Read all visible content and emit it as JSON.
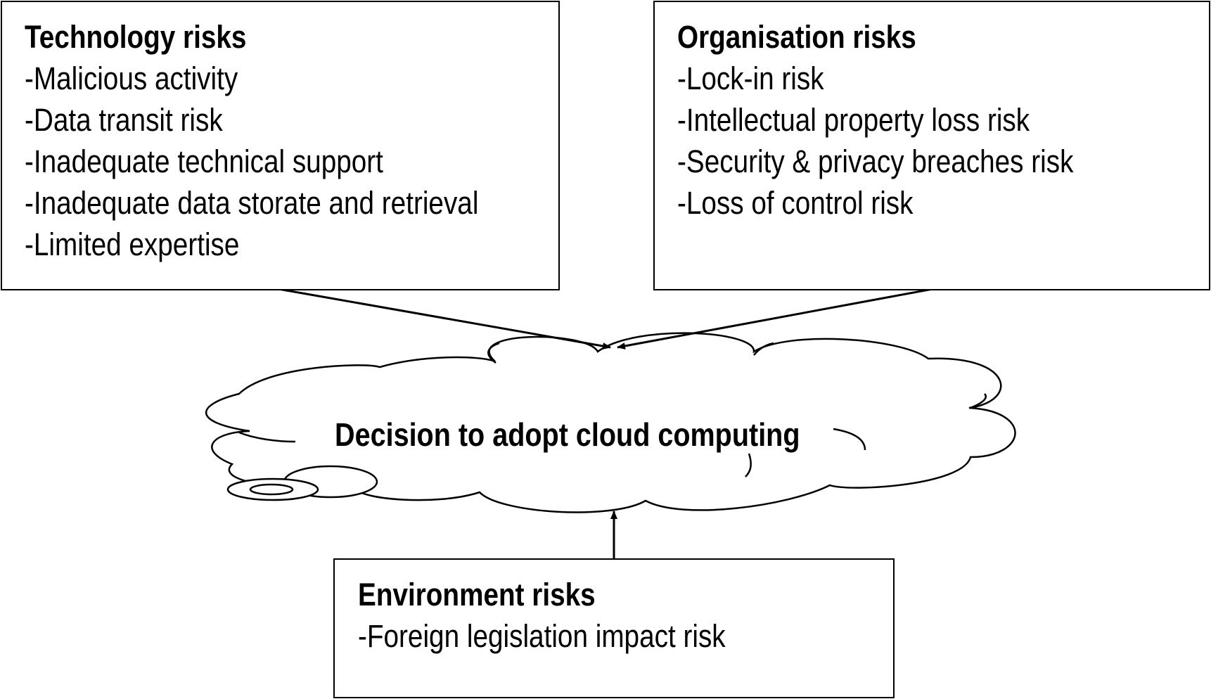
{
  "technology": {
    "title": "Technology risks",
    "items": [
      "-Malicious activity",
      "-Data transit risk",
      "-Inadequate technical support",
      "-Inadequate data storate and retrieval",
      "-Limited expertise"
    ]
  },
  "organisation": {
    "title": "Organisation risks",
    "items": [
      "-Lock-in risk",
      "-Intellectual property loss risk",
      "-Security & privacy breaches risk",
      "-Loss of control risk"
    ]
  },
  "environment": {
    "title": "Environment risks",
    "items": [
      "-Foreign legislation impact risk"
    ]
  },
  "cloud": {
    "label": "Decision to adopt cloud computing"
  }
}
